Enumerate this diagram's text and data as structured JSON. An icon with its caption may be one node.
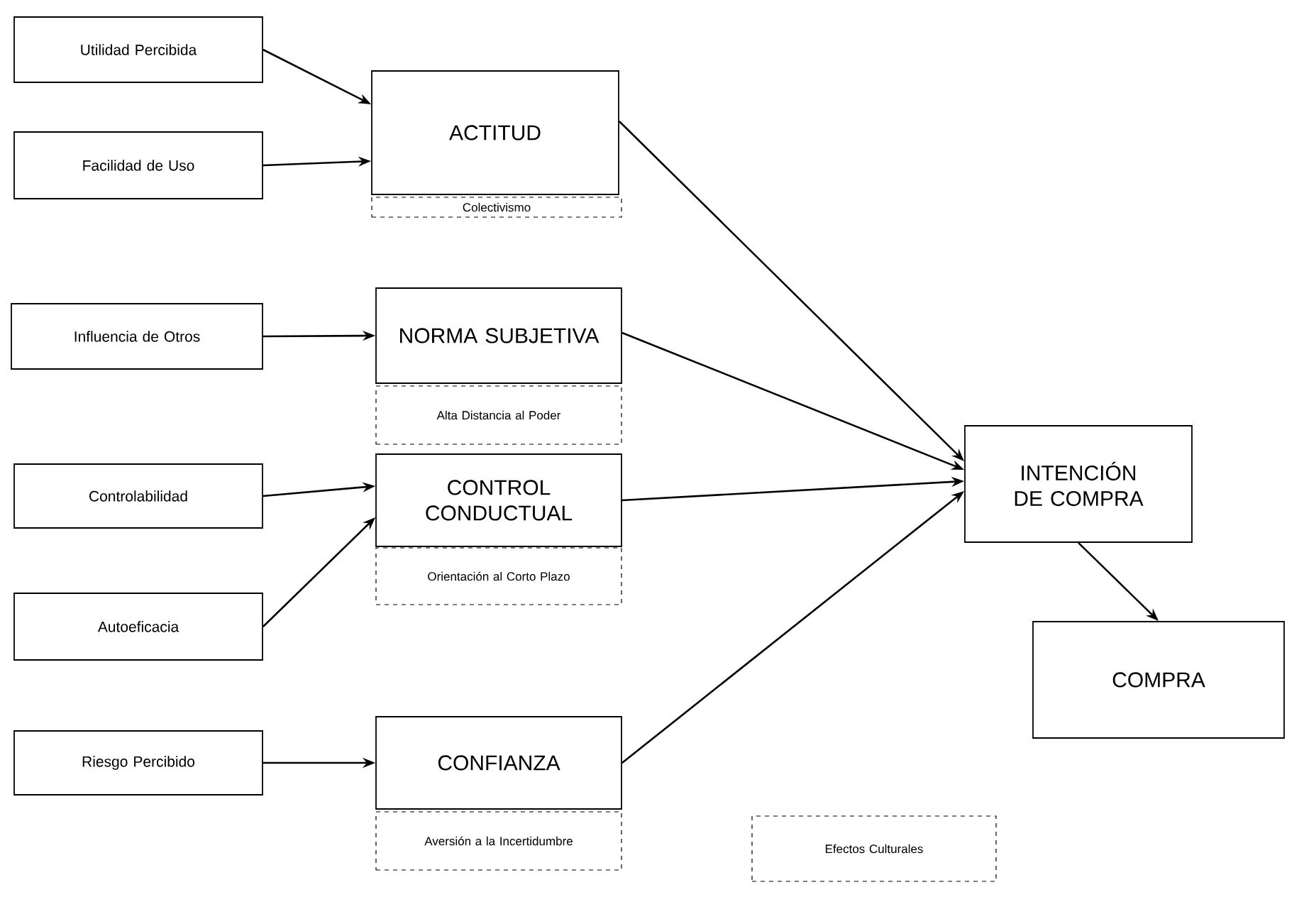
{
  "diagram": {
    "nodes": [
      {
        "text": [
          "Utilidad Percibida"
        ]
      },
      {
        "text": [
          "Facilidad de Uso"
        ]
      },
      {
        "text": [
          "ACTITUD"
        ]
      },
      {
        "text": [
          "Colectivismo"
        ]
      },
      {
        "text": [
          "Influencia de Otros"
        ]
      },
      {
        "text": [
          "NORMA SUBJETIVA"
        ]
      },
      {
        "text": [
          "Alta Distancia al Poder"
        ]
      },
      {
        "text": [
          "Controlabilidad"
        ]
      },
      {
        "text": [
          "CONTROL CONDUCTUAL"
        ]
      },
      {
        "text": [
          "Orientación al Corto Plazo"
        ]
      },
      {
        "text": [
          "Autoeficacia"
        ]
      },
      {
        "text": [
          "INTENCIÓN DE COMPRA"
        ]
      },
      {
        "text": [
          "COMPRA"
        ]
      },
      {
        "text": [
          "Riesgo Percibido"
        ]
      },
      {
        "text": [
          "CONFIANZA"
        ]
      },
      {
        "text": [
          "Aversión a la Incertidumbre"
        ]
      },
      {
        "text": [
          "Efectos Culturales"
        ]
      }
    ],
    "edges": [
      {
        "from": 0,
        "to": 2,
        "arrow": "to"
      },
      {
        "from": 1,
        "to": 2,
        "arrow": "to"
      },
      {
        "from": 4,
        "to": 5,
        "arrow": "to"
      },
      {
        "from": 7,
        "to": 8,
        "arrow": "to"
      },
      {
        "from": 10,
        "to": 8,
        "arrow": "to"
      },
      {
        "from": 13,
        "to": 14,
        "arrow": "to"
      },
      {
        "from": 2,
        "to": 11,
        "arrow": "to"
      },
      {
        "from": 5,
        "to": 11,
        "arrow": "to"
      },
      {
        "from": 8,
        "to": 11,
        "arrow": "to"
      },
      {
        "from": 14,
        "to": 11,
        "arrow": "to"
      },
      {
        "from": 11,
        "to": 12,
        "arrow": "to"
      }
    ]
  }
}
